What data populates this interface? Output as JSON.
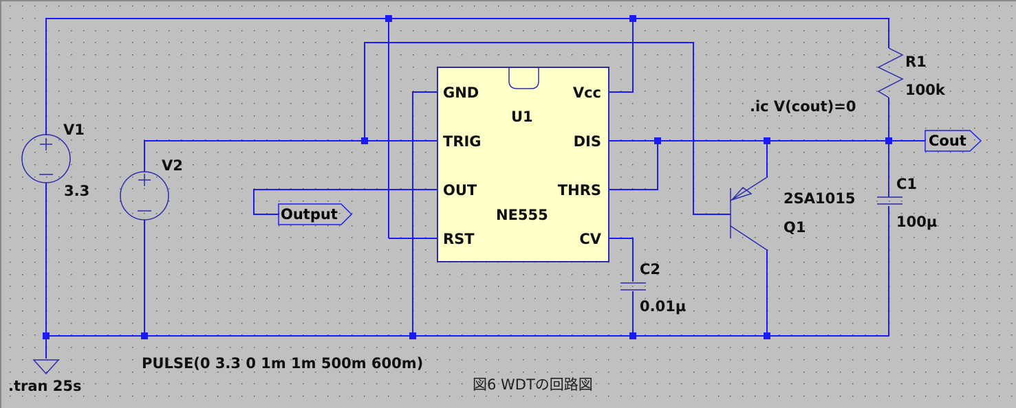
{
  "schematic": {
    "caption": "図6 WDTの回路図",
    "colors": {
      "wire": "#1a1aff",
      "component": "#2b2bb0",
      "ic_fill": "#ffffc8",
      "background": "#c0c0c0"
    },
    "components": {
      "V1": {
        "ref": "V1",
        "value": "3.3"
      },
      "V2": {
        "ref": "V2",
        "value": "PULSE(0 3.3 0 1m 1m 500m 600m)"
      },
      "U1": {
        "ref": "U1",
        "model": "NE555",
        "pins_left": [
          "GND",
          "TRIG",
          "OUT",
          "RST"
        ],
        "pins_right": [
          "Vcc",
          "DIS",
          "THRS",
          "CV"
        ]
      },
      "R1": {
        "ref": "R1",
        "value": "100k"
      },
      "C1": {
        "ref": "C1",
        "value": "100µ"
      },
      "C2": {
        "ref": "C2",
        "value": "0.01µ"
      },
      "Q1": {
        "ref": "Q1",
        "model": "2SA1015"
      }
    },
    "net_labels": {
      "output": "Output",
      "cout": "Cout"
    },
    "directives": {
      "ic": ".ic V(cout)=0",
      "tran": ".tran 25s"
    }
  }
}
